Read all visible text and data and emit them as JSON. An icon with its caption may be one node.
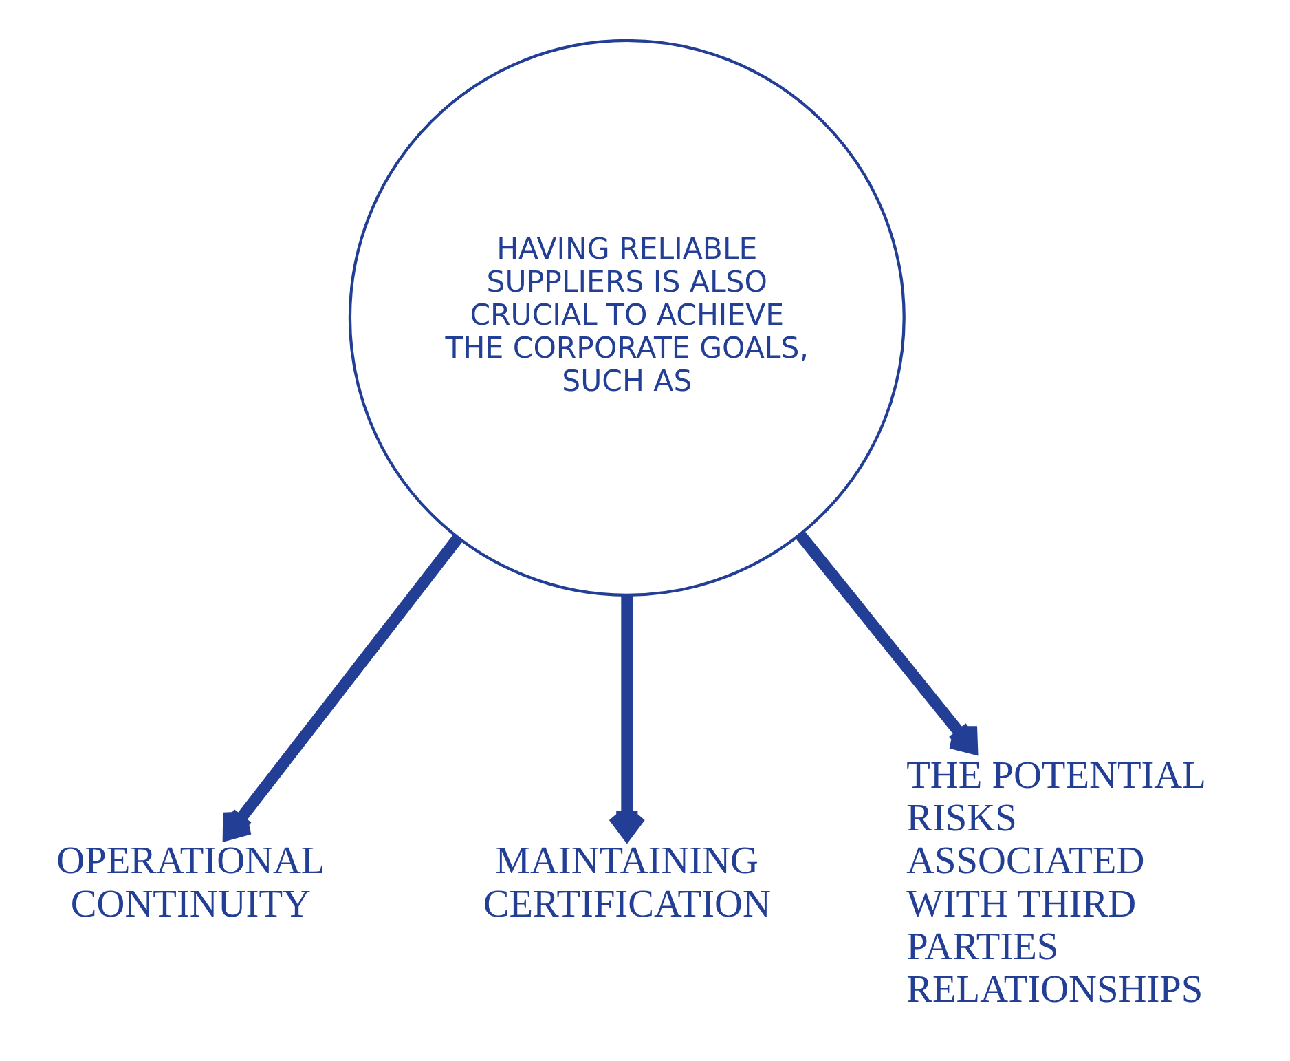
{
  "diagram": {
    "nodes": [
      {
        "text": [
          "HAVING RELIABLE SUPPLIERS IS ALSO CRUCIAL TO ACHIEVE THE CORPORATE GOALS, SUCH AS"
        ]
      },
      {
        "text": [
          "OPERATIONAL CONTINUITY"
        ]
      },
      {
        "text": [
          "MAINTAINING CERTIFICATION"
        ]
      },
      {
        "text": [
          "THE POTENTIAL RISKS ASSOCIATED WITH THIRD PARTIES RELATIONSHIPS"
        ]
      }
    ],
    "edges": [
      {
        "from": 0,
        "to": 1,
        "arrow": "to"
      },
      {
        "from": 0,
        "to": 2,
        "arrow": "to"
      },
      {
        "from": 0,
        "to": 3,
        "arrow": "to"
      }
    ]
  }
}
